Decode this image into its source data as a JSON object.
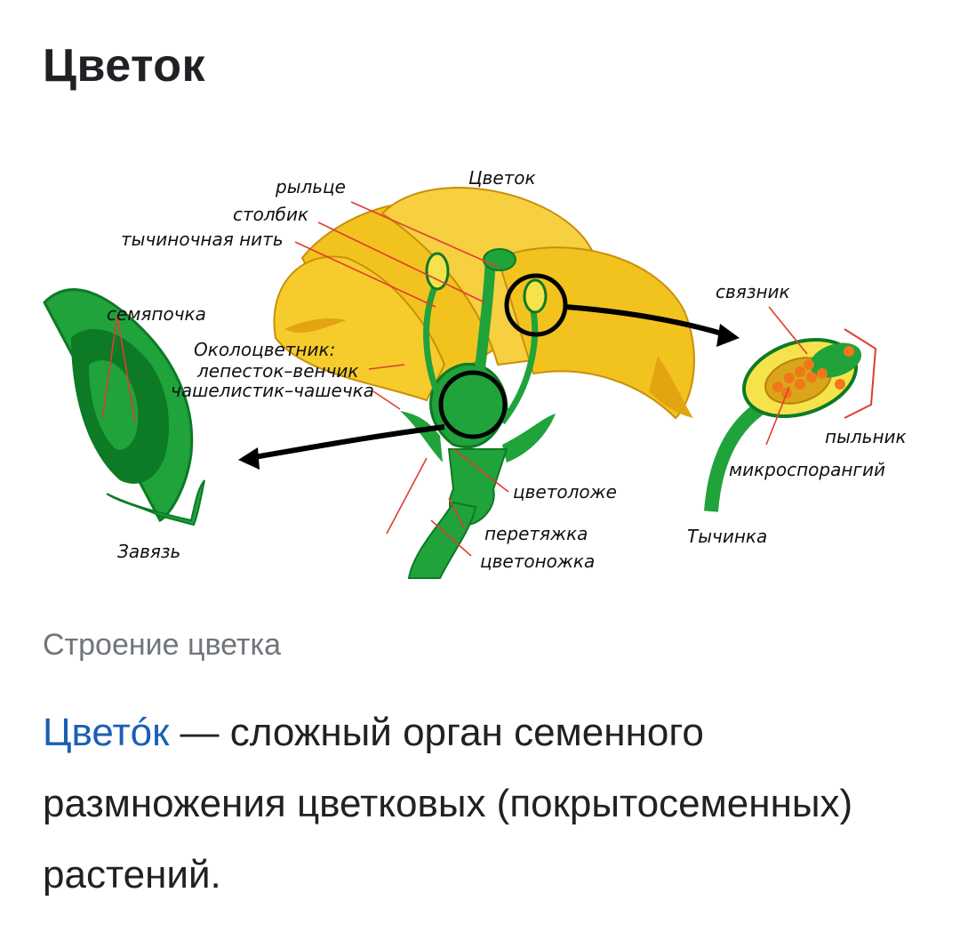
{
  "page": {
    "title": "Цветок",
    "caption": "Строение цветка",
    "definition": {
      "term": "Цветóк",
      "text": " — сложный орган семенного размножения цветковых (покрытосеменных) растений."
    }
  },
  "diagram": {
    "labels": {
      "stigma": "рыльце",
      "flower": "Цветок",
      "style": "столбик",
      "filament": "тычиночная нить",
      "ovule": "семяпочка",
      "perianth": "Околоцветник:",
      "petal": "лепесток–венчик",
      "sepal": "чашелистик–чашечка",
      "connective": "связник",
      "anther": "пыльник",
      "microsporangium": "микроспорангий",
      "receptacle": "цветоложе",
      "constriction": "перетяжка",
      "pedicel": "цветоножка",
      "ovary": "Завязь",
      "stamen": "Тычинка"
    },
    "colors": {
      "petal": "#f2c31f",
      "petal_dark": "#e2a410",
      "green": "#1fa33a",
      "green_dark": "#0d7a26",
      "pointer": "#e03c31",
      "pollen": "#f2761a"
    }
  }
}
